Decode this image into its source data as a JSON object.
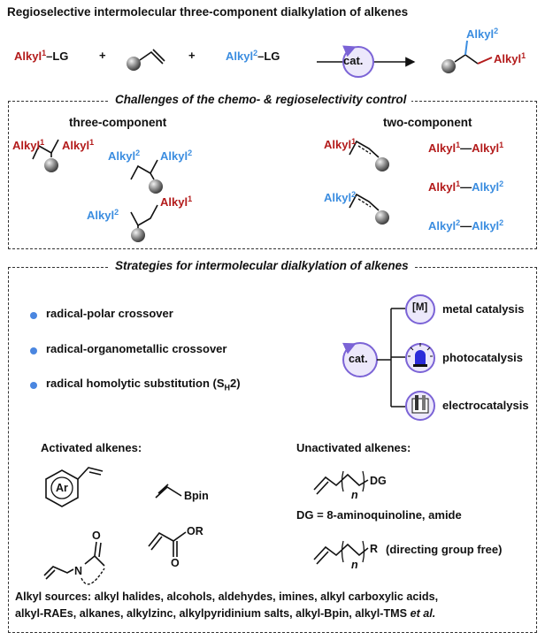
{
  "title": "Regioselective intermolecular three-component dialkylation of alkenes",
  "reaction": {
    "alkyl1_label": "Alkyl",
    "alkyl1_sup": "1",
    "alkyl1_suffix": "–LG",
    "plus1": "+",
    "plus2": "+",
    "alkyl2_label": "Alkyl",
    "alkyl2_sup": "2",
    "alkyl2_suffix": "–LG",
    "cat_label": "cat.",
    "product_alkyl2": "Alkyl",
    "product_alkyl2_sup": "2",
    "product_alkyl1": "Alkyl",
    "product_alkyl1_sup": "1"
  },
  "challenges": {
    "header": "Challenges of the chemo- & regioselectivity control",
    "three_component": "three-component",
    "two_component": "two-component",
    "alkyl": "Alkyl",
    "sup1": "1",
    "sup2": "2",
    "dash": "—"
  },
  "strategies": {
    "header": "Strategies for intermolecular dialkylation of alkenes",
    "bullets": [
      "radical-polar crossover",
      "radical-organometallic crossover",
      "radical homolytic substitution (S"
    ],
    "bullet3_sub": "H",
    "bullet3_end": "2)",
    "cat_label": "cat.",
    "metal_symbol": "[M]",
    "catalysis": [
      "metal catalysis",
      "photocatalysis",
      "electrocatalysis"
    ],
    "activated_title": "Activated alkenes:",
    "unactivated_title": "Unactivated alkenes:",
    "ar_label": "Ar",
    "bpin_label": "Bpin",
    "n_label": "N",
    "o_label": "O",
    "or_label": "OR",
    "dg_label": "DG",
    "italic_n": "n",
    "dg_definition": "DG = 8-aminoquinoline, amide",
    "r_label": "R",
    "dg_free": "(directing group free)",
    "alkyl_sources_line1": "Alkyl sources: alkyl halides, alcohols, aldehydes, imines, alkyl carboxylic acids,",
    "alkyl_sources_line2": "alkyl-RAEs, alkanes, alkylzinc, alkylpyridinium salts, alkyl-Bpin, alkyl-TMS ",
    "alkyl_sources_etal": "et al."
  },
  "colors": {
    "alkyl1": "#b31b1b",
    "alkyl2": "#3b8de0",
    "bullet": "#4a86e0",
    "cat_ring": "#7b63d6",
    "cat_fill": "#ece8fb"
  }
}
